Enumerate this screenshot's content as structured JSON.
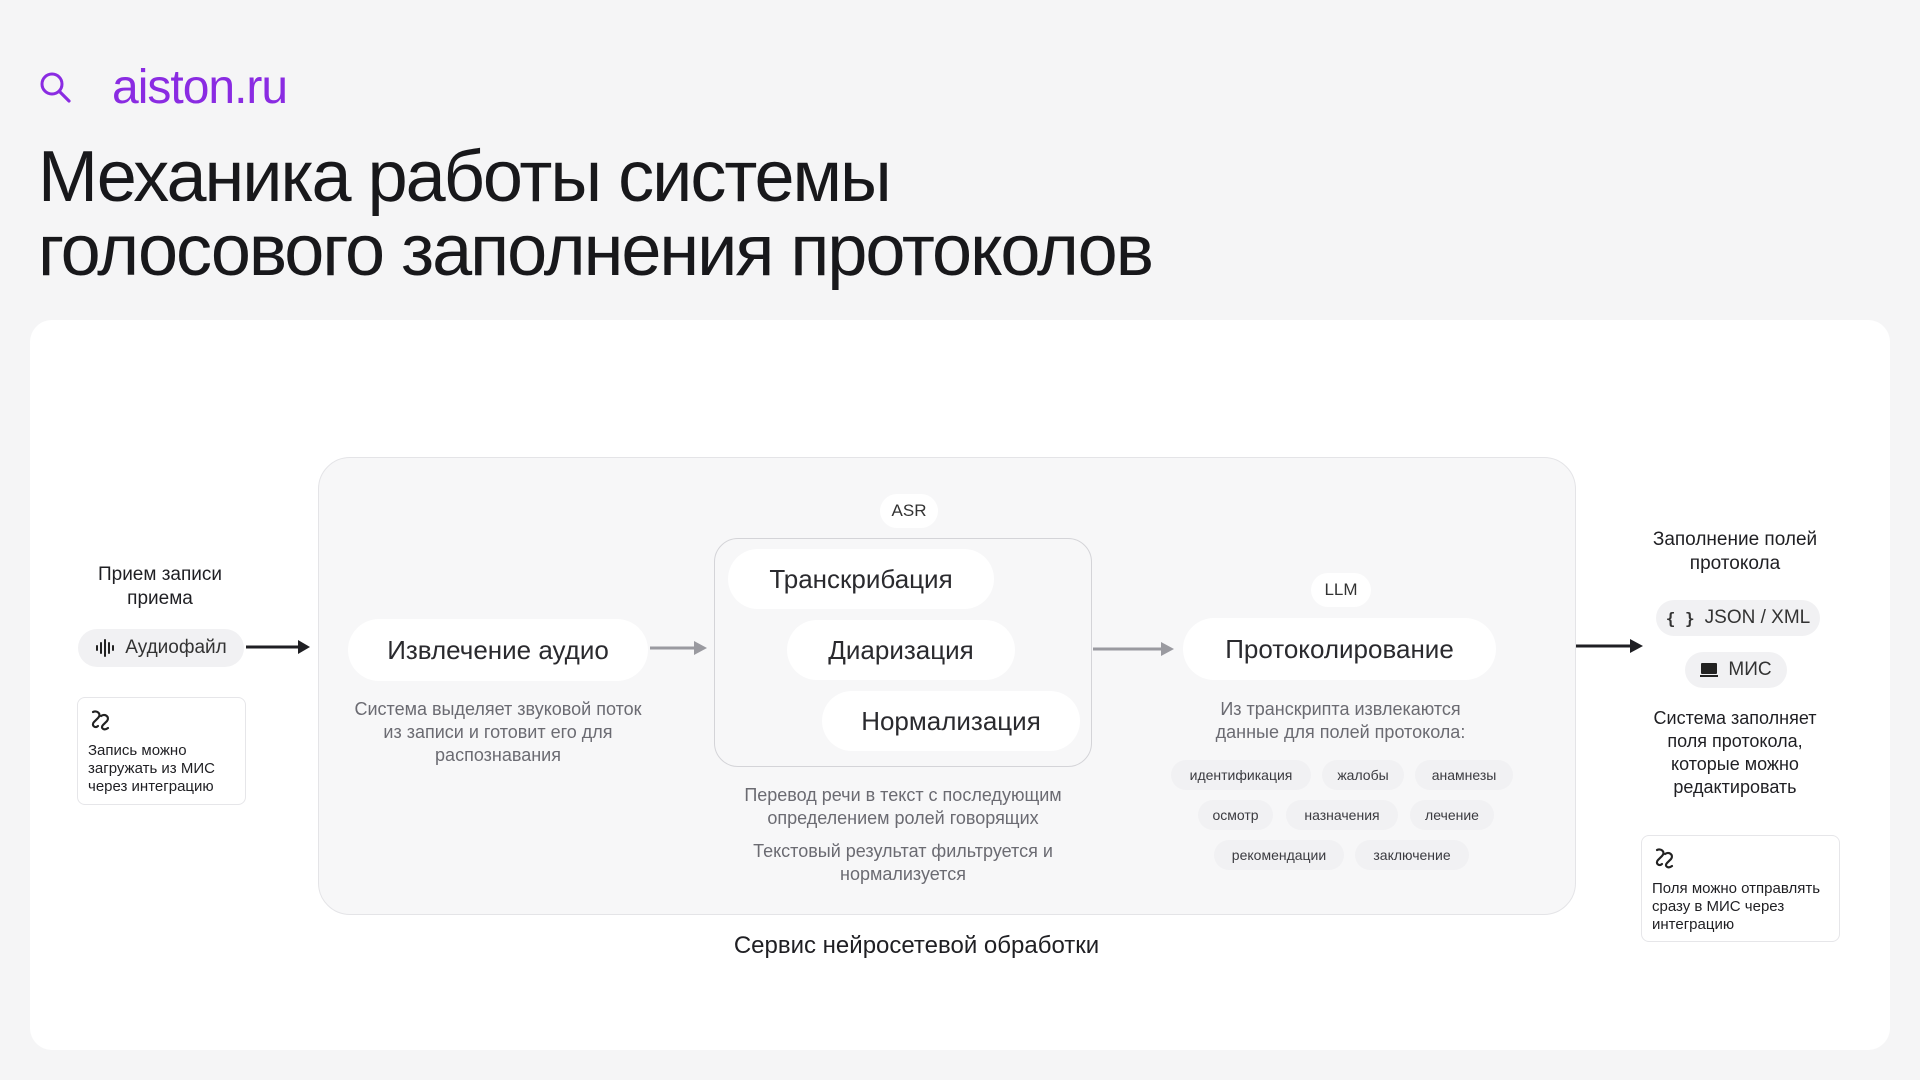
{
  "header": {
    "brand": "aiston.ru",
    "title_line1": "Механика работы системы",
    "title_line2": "голосового заполнения протоколов"
  },
  "input": {
    "label": "Прием записи приема",
    "audio_badge": "Аудиофайл",
    "note": "Запись можно загружать из МИС через интеграцию"
  },
  "service": {
    "label": "Сервис нейросетевой обработки",
    "extract": {
      "title": "Извлечение аудио",
      "desc": "Система выделяет звуковой поток из записи и готовит его для распознавания"
    },
    "asr": {
      "badge": "ASR",
      "steps": [
        "Транскрибация",
        "Диаризация",
        "Нормализация"
      ],
      "desc1": "Перевод речи в текст с последующим определением ролей говорящих",
      "desc2": "Текстовый результат фильтруется и нормализуется"
    },
    "llm": {
      "badge": "LLM",
      "title": "Протоколирование",
      "desc": "Из транскрипта извлекаются данные для полей протокола:",
      "chips": [
        "идентификация",
        "жалобы",
        "анамнезы",
        "осмотр",
        "назначения",
        "лечение",
        "рекомендации",
        "заключение"
      ]
    }
  },
  "output": {
    "label": "Заполнение полей протокола",
    "format_badge": "JSON / XML",
    "mis_badge": "МИС",
    "desc": "Система заполняет поля протокола, которые можно редактировать",
    "note": "Поля можно отправлять сразу в МИС через интеграцию"
  },
  "colors": {
    "brand": "#8a2be2",
    "page_bg": "#f5f5f6",
    "card_bg": "#ffffff",
    "arrow_dark": "#1f1f23",
    "arrow_gray": "#9a9aa0"
  },
  "icons": {
    "search": "search-icon",
    "audio": "audio-wave-icon",
    "link": "link-icon",
    "braces": "braces-icon",
    "monitor": "monitor-icon"
  }
}
